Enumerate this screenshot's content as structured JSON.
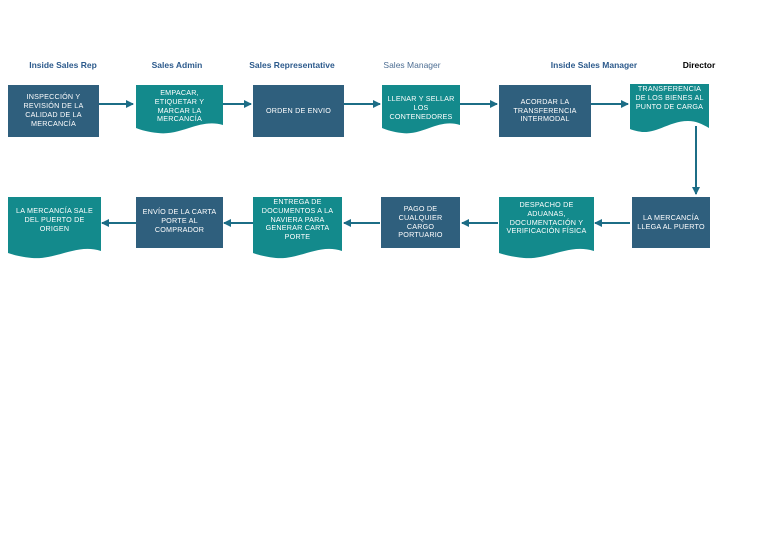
{
  "roles": [
    {
      "id": "r1",
      "label": "Inside Sales Rep",
      "color": "#2c5a8c"
    },
    {
      "id": "r2",
      "label": "Sales Admin",
      "color": "#2c5a8c"
    },
    {
      "id": "r3",
      "label": "Sales Representative",
      "color": "#2c5a8c"
    },
    {
      "id": "r4",
      "label": "Sales Manager",
      "color": "#4d6e93"
    },
    {
      "id": "r5",
      "label": "Inside Sales Manager",
      "color": "#2c5a8c"
    },
    {
      "id": "r6",
      "label": "Director",
      "color": "#000000"
    }
  ],
  "steps": [
    {
      "id": "s1",
      "label": "INSPECCIÓN Y REVISIÓN DE LA CALIDAD DE LA MERCANCÍA",
      "shape": "rect",
      "color": "navy"
    },
    {
      "id": "s2",
      "label": "EMPACAR, ETIQUETAR Y MARCAR LA MERCANCÍA",
      "shape": "document",
      "color": "teal"
    },
    {
      "id": "s3",
      "label": "ORDEN DE ENVIO",
      "shape": "rect",
      "color": "navy"
    },
    {
      "id": "s4",
      "label": "LLENAR Y SELLAR LOS CONTENEDORES",
      "shape": "document",
      "color": "teal"
    },
    {
      "id": "s5",
      "label": "ACORDAR LA TRANSFERENCIA INTERMODAL",
      "shape": "rect",
      "color": "navy"
    },
    {
      "id": "s6",
      "label": "TRANSFERENCIA DE LOS BIENES AL PUNTO DE CARGA",
      "shape": "document",
      "color": "teal"
    },
    {
      "id": "s7",
      "label": "LA MERCANCÍA LLEGA AL PUERTO",
      "shape": "rect",
      "color": "navy"
    },
    {
      "id": "s8",
      "label": "DESPACHO DE ADUANAS, DOCUMENTACIÓN Y VERIFICACIÓN FÍSICA",
      "shape": "document",
      "color": "teal"
    },
    {
      "id": "s9",
      "label": "PAGO DE CUALQUIER CARGO PORTUARIO",
      "shape": "rect",
      "color": "navy"
    },
    {
      "id": "s10",
      "label": "ENTREGA DE DOCUMENTOS A LA NAVIERA PARA GENERAR CARTA PORTE",
      "shape": "document",
      "color": "teal"
    },
    {
      "id": "s11",
      "label": "ENVÍO DE LA CARTA PORTE AL COMPRADOR",
      "shape": "rect",
      "color": "navy"
    },
    {
      "id": "s12",
      "label": "LA MERCANCÍA SALE DEL PUERTO DE ORIGEN",
      "shape": "document",
      "color": "teal"
    }
  ],
  "flow": [
    "s1",
    "s2",
    "s3",
    "s4",
    "s5",
    "s6",
    "s7",
    "s8",
    "s9",
    "s10",
    "s11",
    "s12"
  ],
  "colors": {
    "navy": "#2f5f7d",
    "teal": "#138a8c",
    "arrow": "#1c6d86"
  }
}
